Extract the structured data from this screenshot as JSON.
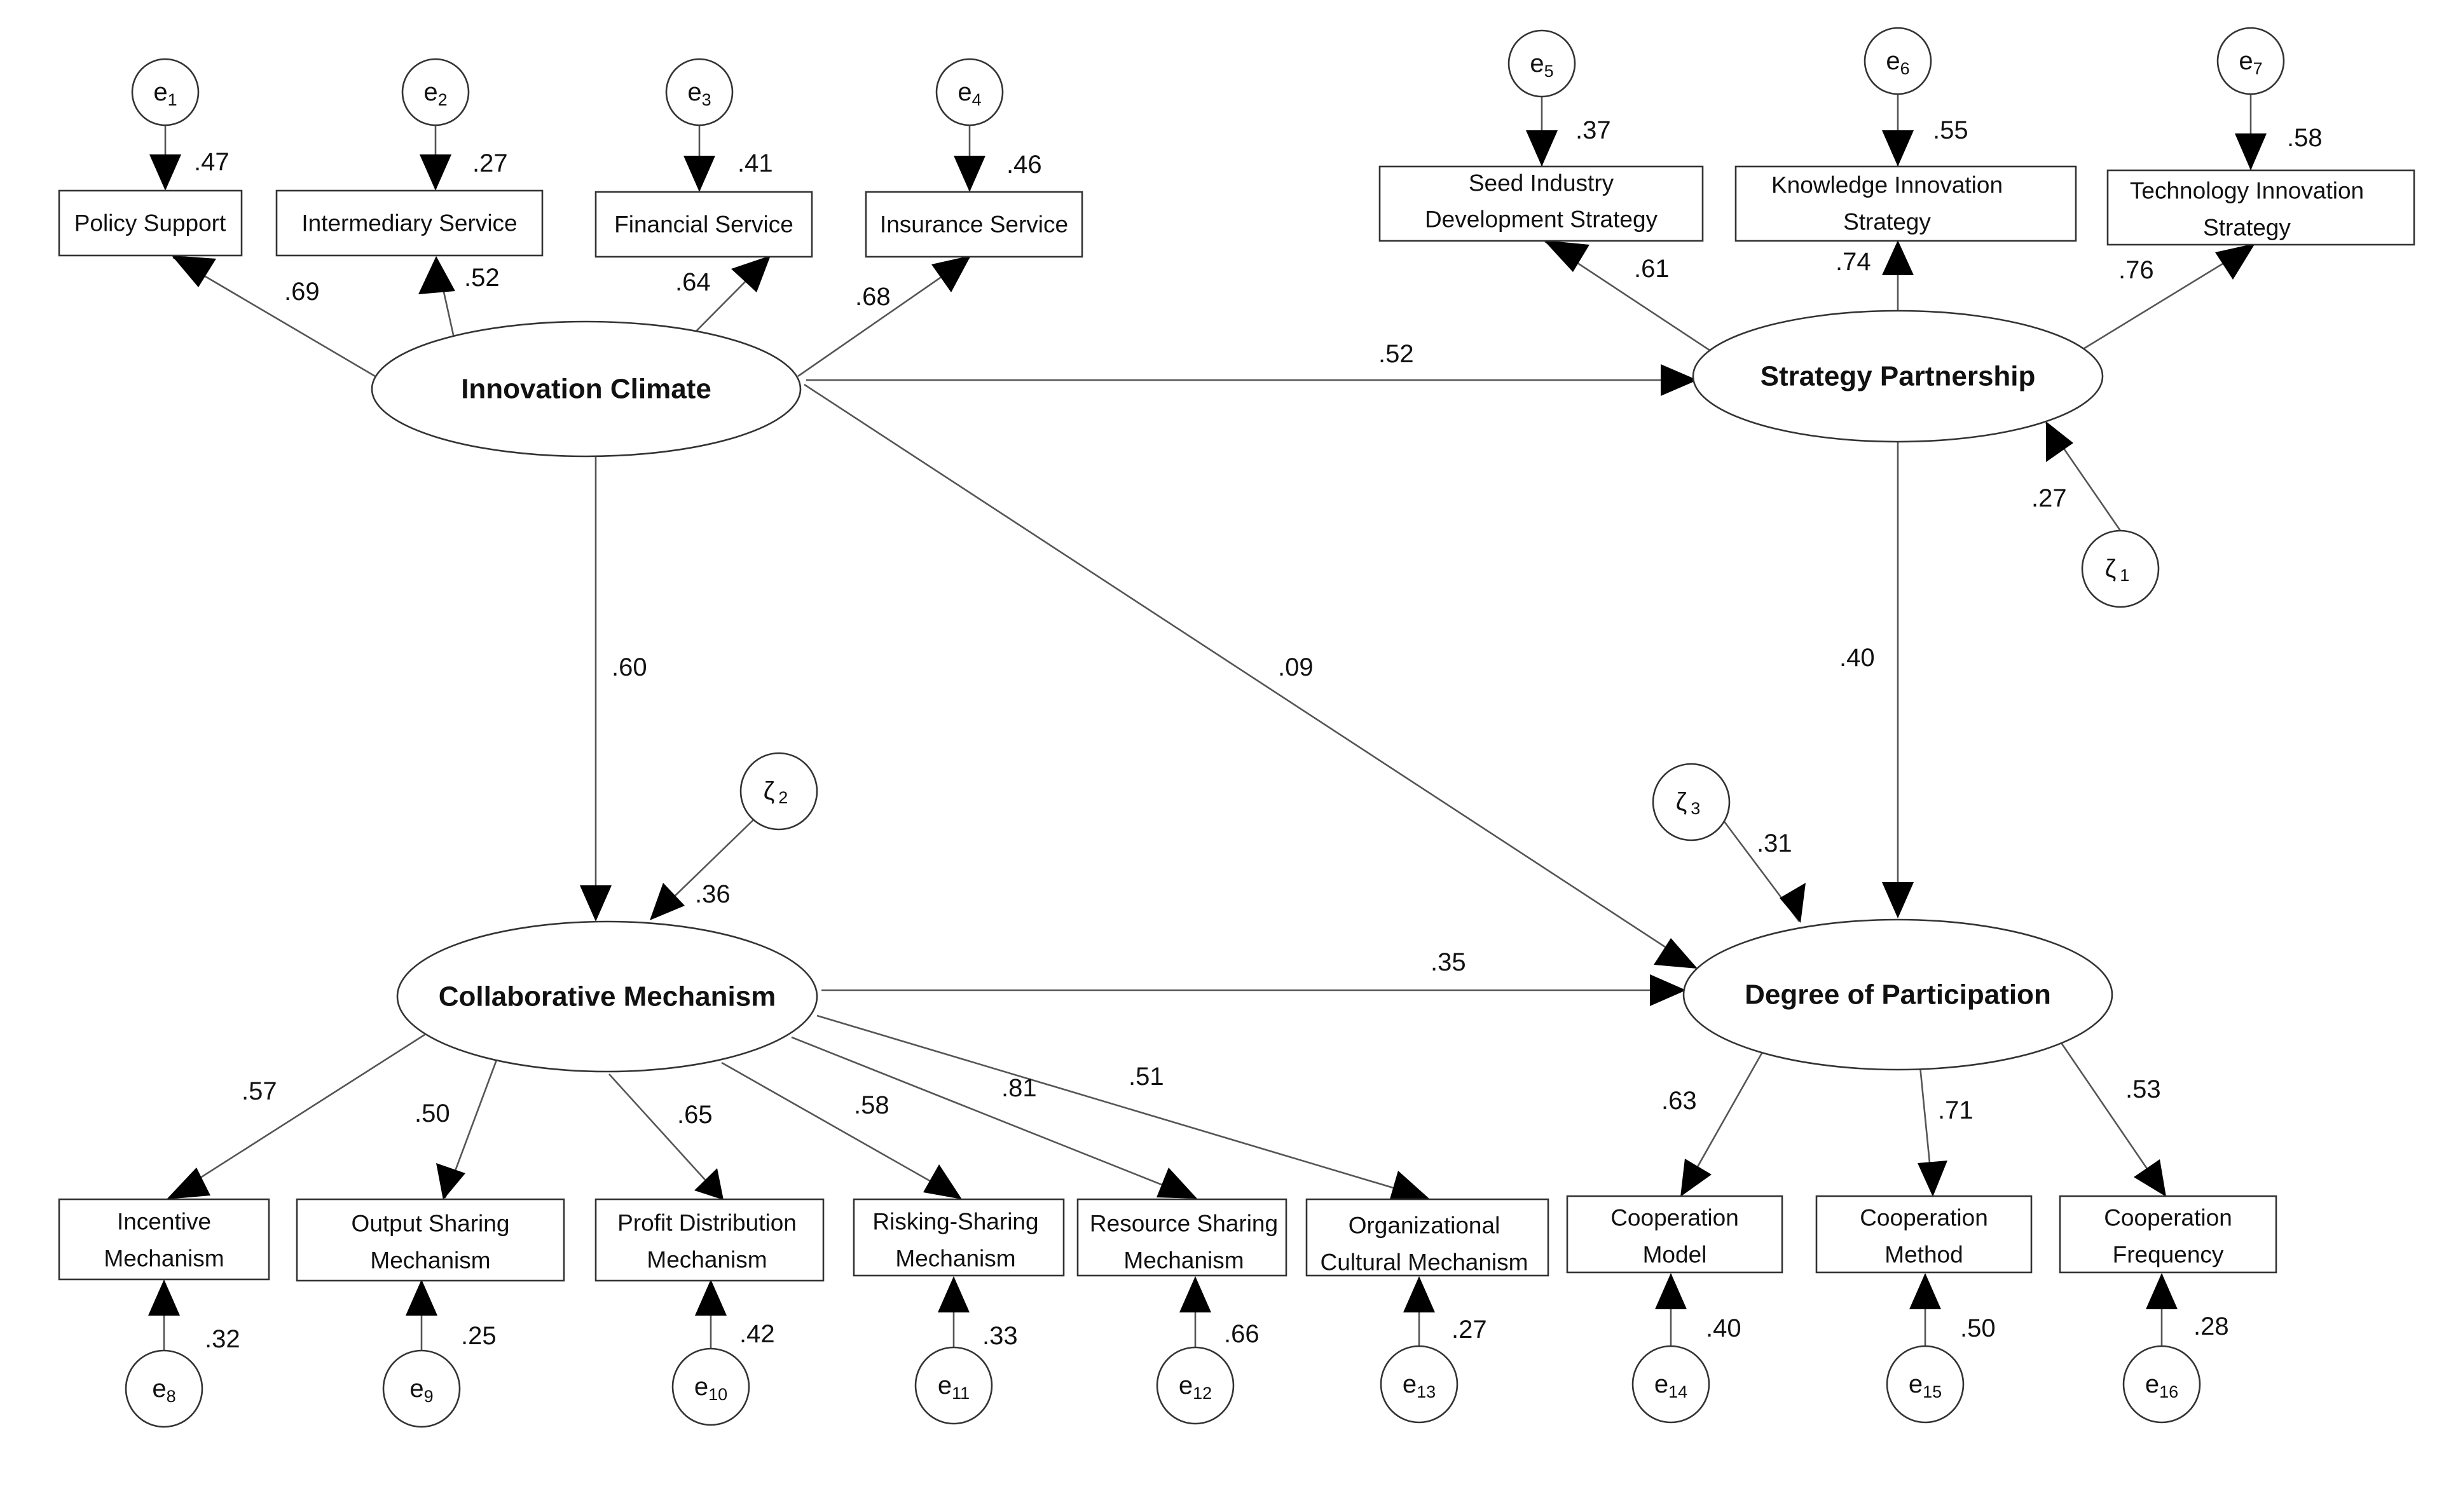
{
  "latents": {
    "ic": "Innovation Climate",
    "sp": "Strategy Partnership",
    "cm": "Collaborative Mechanism",
    "dp": "Degree of Participation"
  },
  "observed": {
    "policy": [
      "Policy Support"
    ],
    "intermediary": [
      "Intermediary Service"
    ],
    "financial": [
      "Financial Service"
    ],
    "insurance": [
      "Insurance Service"
    ],
    "seed": [
      "Seed Industry",
      "Development Strategy"
    ],
    "knowledge": [
      "Knowledge Innovation",
      "Strategy"
    ],
    "technology": [
      "Technology Innovation",
      "Strategy"
    ],
    "incentive": [
      "Incentive",
      "Mechanism"
    ],
    "output": [
      "Output Sharing",
      "Mechanism"
    ],
    "profit": [
      "Profit Distribution",
      "Mechanism"
    ],
    "risking": [
      "Risking-Sharing",
      "Mechanism"
    ],
    "resource": [
      "Resource Sharing",
      "Mechanism"
    ],
    "organizational": [
      "Organizational",
      "Cultural Mechanism"
    ],
    "model": [
      "Cooperation",
      "Model"
    ],
    "method": [
      "Cooperation",
      "Method"
    ],
    "frequency": [
      "Cooperation",
      "Frequency"
    ]
  },
  "errors": {
    "e1": [
      "e",
      "1"
    ],
    "e2": [
      "e",
      "2"
    ],
    "e3": [
      "e",
      "3"
    ],
    "e4": [
      "e",
      "4"
    ],
    "e5": [
      "e",
      "5"
    ],
    "e6": [
      "e",
      "6"
    ],
    "e7": [
      "e",
      "7"
    ],
    "e8": [
      "e",
      "8"
    ],
    "e9": [
      "e",
      "9"
    ],
    "e10": [
      "e",
      "10"
    ],
    "e11": [
      "e",
      "11"
    ],
    "e12": [
      "e",
      "12"
    ],
    "e13": [
      "e",
      "13"
    ],
    "e14": [
      "e",
      "14"
    ],
    "e15": [
      "e",
      "15"
    ],
    "e16": [
      "e",
      "16"
    ],
    "z1": [
      "ζ",
      "1"
    ],
    "z2": [
      "ζ",
      "2"
    ],
    "z3": [
      "ζ",
      "3"
    ]
  },
  "coefficients": {
    "e1": ".47",
    "e2": ".27",
    "e3": ".41",
    "e4": ".46",
    "e5": ".37",
    "e6": ".55",
    "e7": ".58",
    "ic_policy": ".69",
    "ic_intermediary": ".52",
    "ic_financial": ".64",
    "ic_insurance": ".68",
    "sp_seed": ".61",
    "sp_knowledge": ".74",
    "sp_technology": ".76",
    "ic_sp": ".52",
    "ic_cm": ".60",
    "ic_dp": ".09",
    "sp_dp": ".40",
    "z1": ".27",
    "z2": ".36",
    "z3": ".31",
    "cm_dp": ".35",
    "cm_incentive": ".57",
    "cm_output": ".50",
    "cm_profit": ".65",
    "cm_risking": ".58",
    "cm_resource": ".81",
    "cm_organizational": ".51",
    "dp_model": ".63",
    "dp_method": ".71",
    "dp_frequency": ".53",
    "e8": ".32",
    "e9": ".25",
    "e10": ".42",
    "e11": ".33",
    "e12": ".66",
    "e13": ".27",
    "e14": ".40",
    "e15": ".50",
    "e16": ".28"
  }
}
